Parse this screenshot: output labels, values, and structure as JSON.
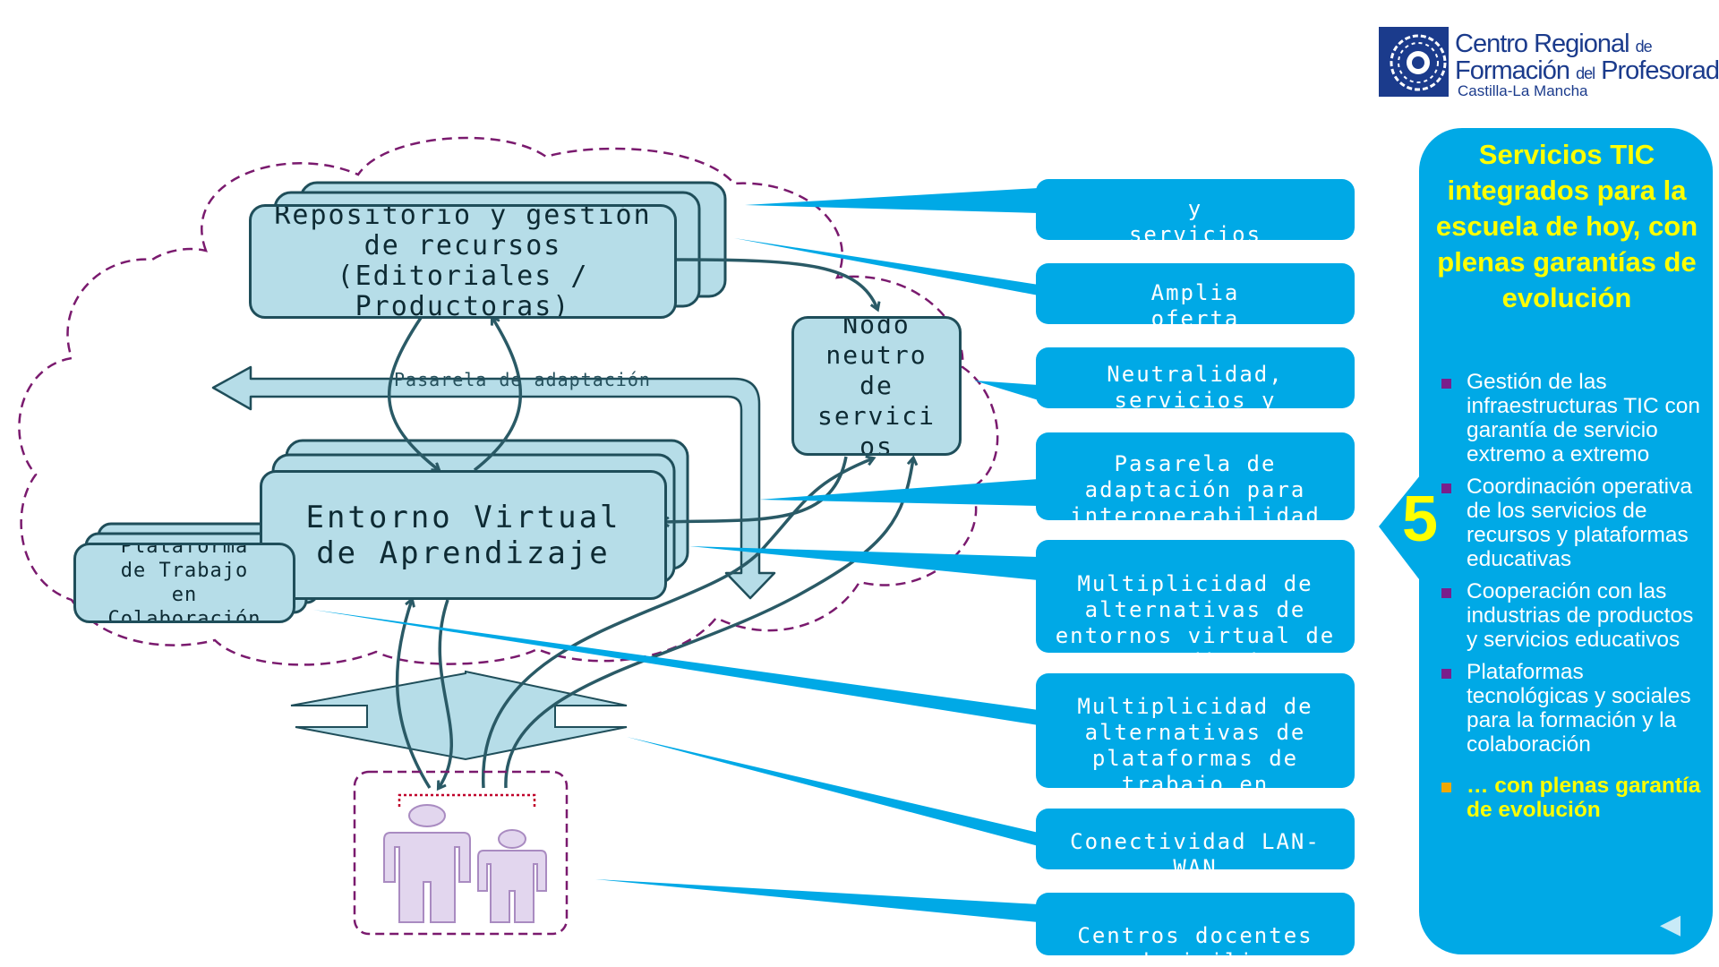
{
  "logo": {
    "line1_main": "Centro Regional",
    "line1_small": "de",
    "line2_a": "Formación",
    "line2_small": "del",
    "line2_b": "Profesorado",
    "line3": "Castilla-La Mancha"
  },
  "diagram": {
    "repositorio": "Repositorio y gestión\nde recursos\n(Editoriales /\nProductoras)",
    "eva": "Entorno Virtual\nde Aprendizaje",
    "plataforma": "Plataforma\nde Trabajo\nen\nColaboración",
    "nodo": "Nodo\nneutro\nde\nservici\nos",
    "pasarela_label": "Pasarela de adaptación"
  },
  "callouts": [
    "y\nservicios\nresidentes «en la\nnube»",
    "Amplia\noferta\nde recursos y\nmodelos",
    "Neutralidad,\nservicios y\ncoordinación\ncentral",
    "Pasarela de\nadaptación para\ninteroperabilidad\nrecursos – EVAs",
    "Multiplicidad de\nalternativas de\nentornos virtual de\naprendizaje",
    "Multiplicidad de\nalternativas de\nplataformas de\ntrabajo en\ncolaboración",
    "Conectividad LAN-\nWAN\nen banda ancha",
    "Centros docentes\ny domicilios"
  ],
  "panel": {
    "number": "5",
    "title": "Servicios TIC integrados para la escuela de hoy, con plenas garantías de evolución",
    "items": [
      "Gestión de las infraestructuras TIC con garantía de servicio extremo a extremo",
      "Coordinación operativa de los servicios de recursos y plataformas educativas",
      "Cooperación con las industrias de productos y servicios educativos",
      "Plataformas tecnológicas y sociales  para la formación y la colaboración"
    ],
    "final_item": "… con plenas garantía de evolución",
    "back_icon": "back-triangle-icon"
  },
  "colors": {
    "node_fill": "#b6dde8",
    "node_border": "#1f4e5a",
    "callout": "#00a9e6",
    "panel_title": "#ffff00",
    "cloud_dash": "#7a1a6e",
    "person_fill": "#e2d6ee",
    "logo_blue": "#1b3b8c"
  }
}
